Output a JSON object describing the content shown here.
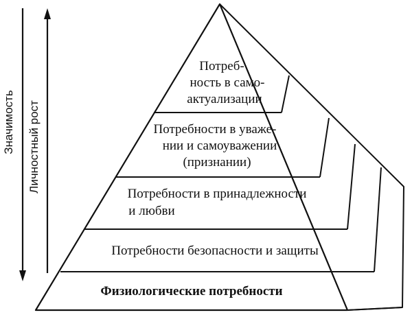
{
  "axes": {
    "significance_label": "Значимость",
    "growth_label": "Личностный рост"
  },
  "levels": [
    {
      "lines": [
        "Потреб-",
        "ность в само-",
        "актуализации"
      ]
    },
    {
      "lines": [
        "Потребности в уваже-",
        "нии и самоуважении",
        "(признании)"
      ]
    },
    {
      "lines": [
        "Потребности в принадлежности",
        "и любви"
      ]
    },
    {
      "lines": [
        "Потребности безопасности и защиты"
      ]
    },
    {
      "lines": [
        "Физиологические потребности"
      ],
      "bold": true
    }
  ]
}
